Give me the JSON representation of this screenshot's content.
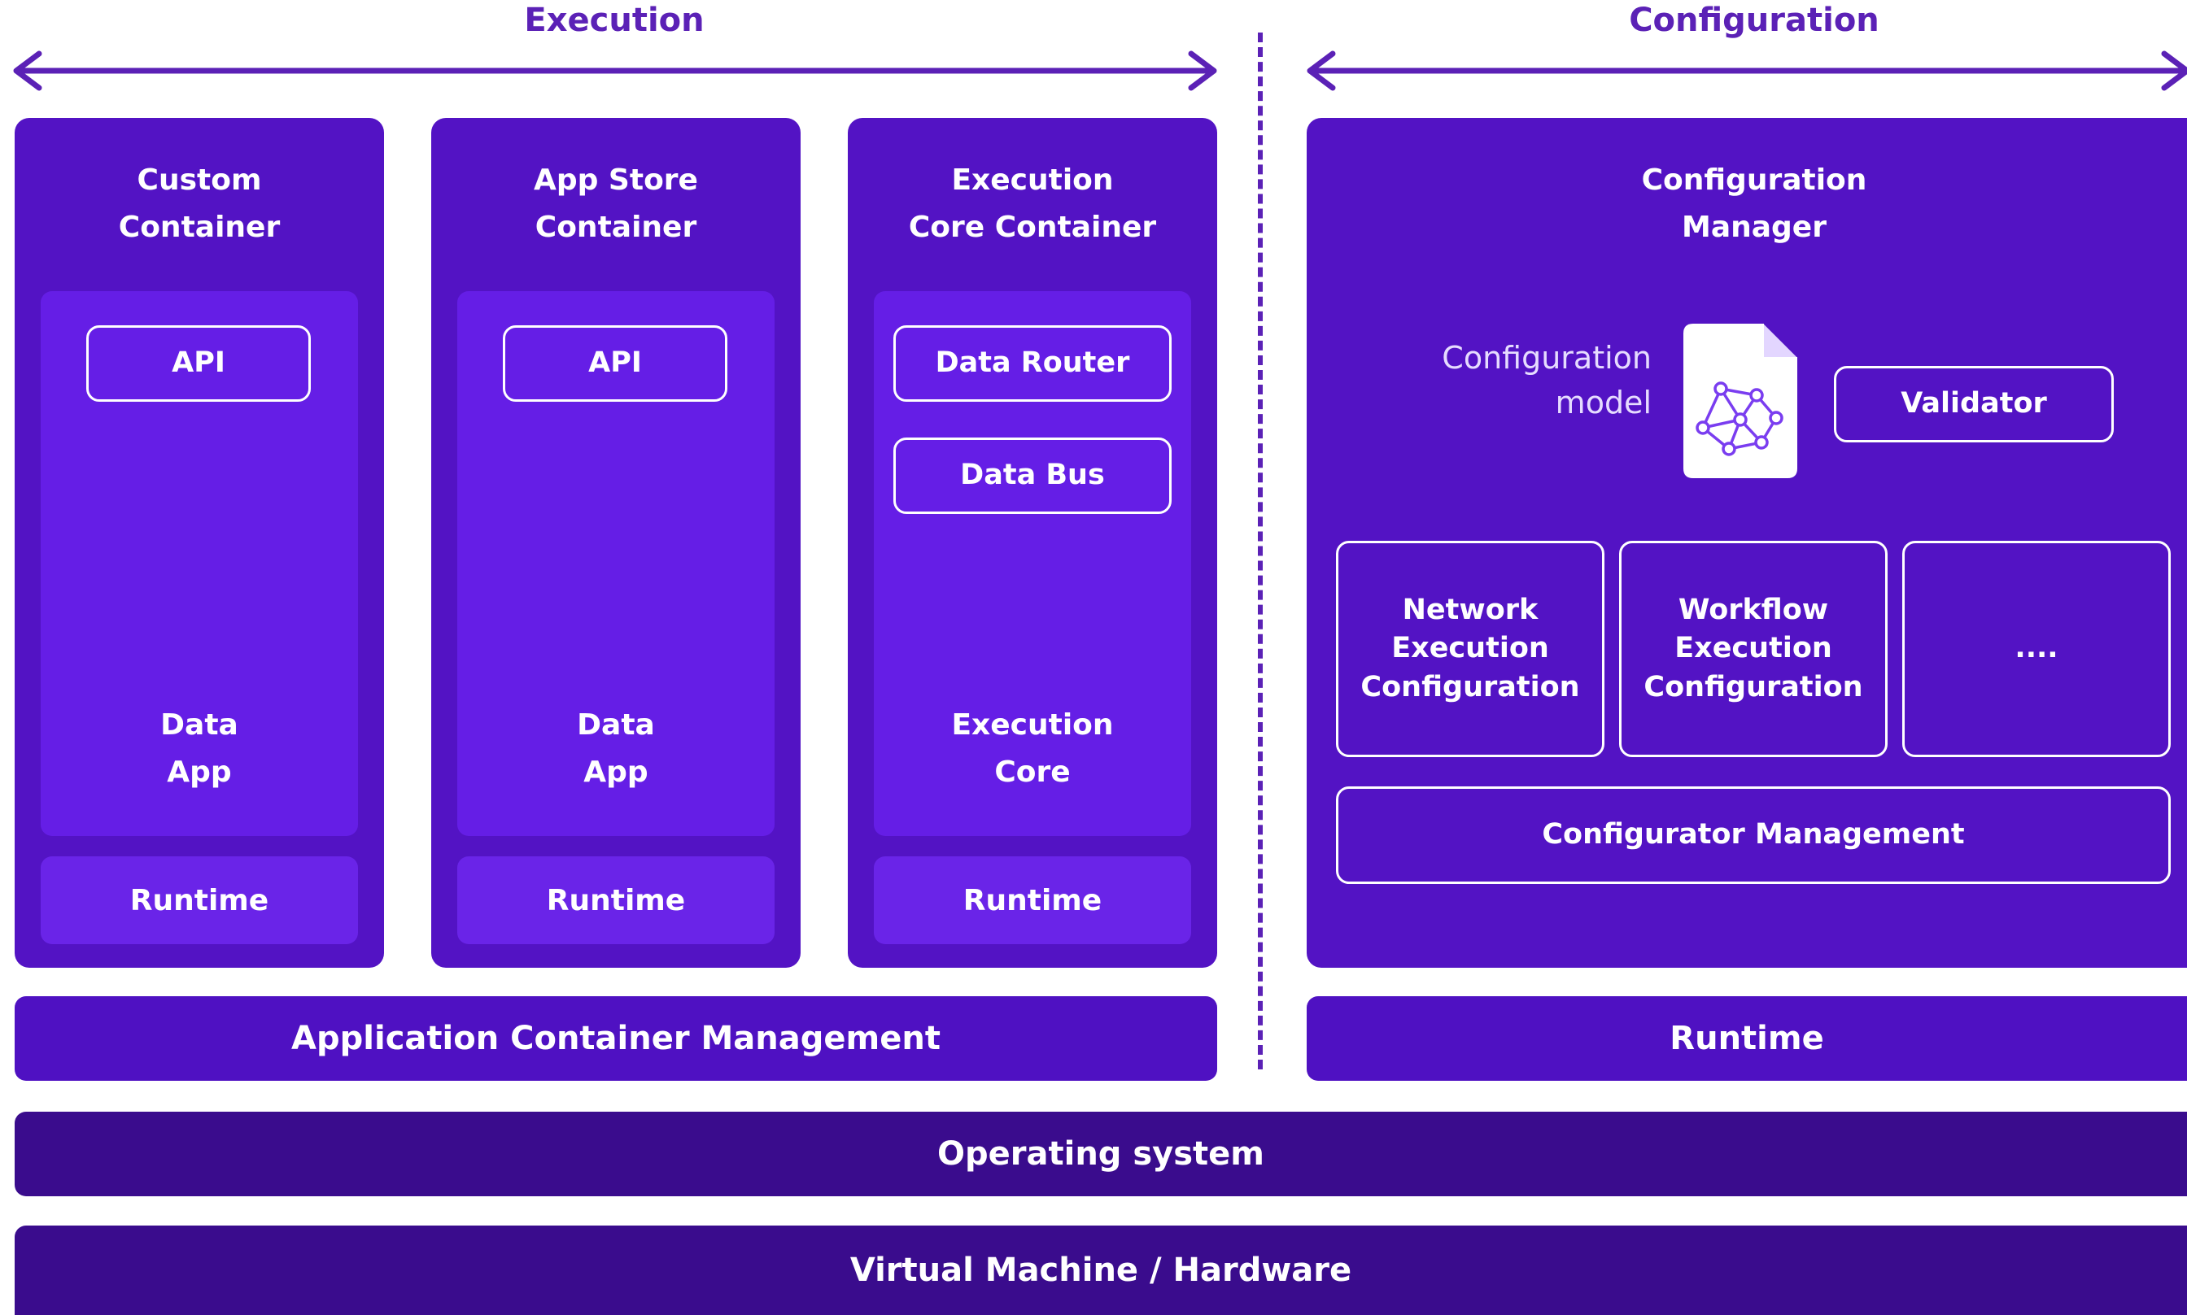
{
  "sections": {
    "execution": "Execution",
    "configuration": "Configuration"
  },
  "containers": [
    {
      "title": "Custom\nContainer",
      "top_box": "API",
      "app": "Data\nApp",
      "runtime": "Runtime"
    },
    {
      "title": "App Store\nContainer",
      "top_box": "API",
      "app": "Data\nApp",
      "runtime": "Runtime"
    },
    {
      "title": "Execution\nCore Container",
      "top_box": "Data Router",
      "second_box": "Data Bus",
      "app": "Execution\nCore",
      "runtime": "Runtime"
    }
  ],
  "config_manager": {
    "title": "Configuration\nManager",
    "model_label": "Configuration\nmodel",
    "document_icon": "network-document-icon",
    "validator": "Validator",
    "cards": [
      "Network\nExecution\nConfiguration",
      "Workflow\nExecution\nConfiguration",
      "...."
    ],
    "management": "Configurator Management"
  },
  "bars": {
    "app_container_mgmt": "Application Container Management",
    "config_runtime": "Runtime",
    "os": "Operating system",
    "vm": "Virtual Machine / Hardware"
  },
  "colors": {
    "accent": "#5b21b6",
    "panel": "#5313c4",
    "inner": "#651ee6",
    "dark_bar": "#3a0c8d"
  }
}
